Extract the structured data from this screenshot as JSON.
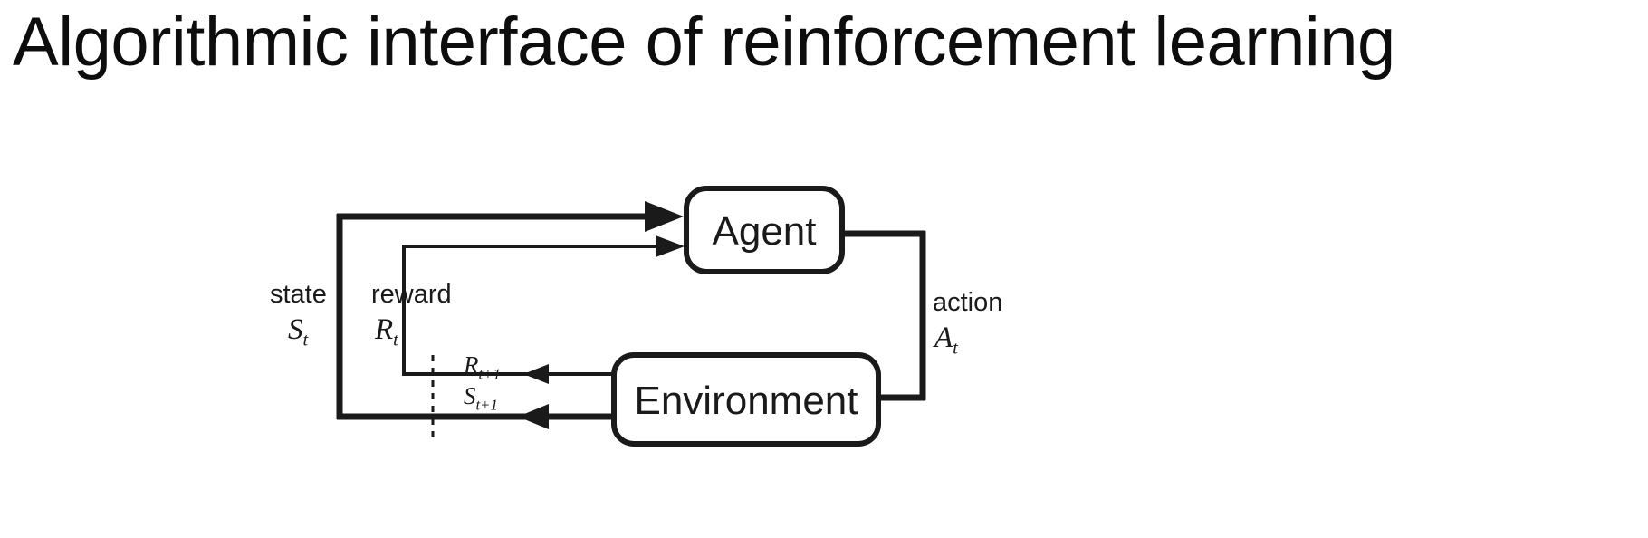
{
  "slide": {
    "title": "Algorithmic interface of reinforcement learning",
    "background_color": "#ffffff",
    "text_color": "#0d0d0d"
  },
  "diagram": {
    "type": "agent-environment-interaction-loop",
    "stroke_color": "#1a1a1a",
    "nodes": [
      {
        "id": "agent",
        "label": "Agent",
        "shape": "rounded-rectangle"
      },
      {
        "id": "environment",
        "label": "Environment",
        "shape": "rounded-rectangle"
      }
    ],
    "edge_labels": {
      "state": "state",
      "state_symbol": "S",
      "state_subscript": "t",
      "reward": "reward",
      "reward_symbol": "R",
      "reward_subscript": "t",
      "action": "action",
      "action_symbol": "A",
      "action_subscript": "t",
      "next_reward_symbol": "R",
      "next_reward_subscript": "t+1",
      "next_state_symbol": "S",
      "next_state_subscript": "t+1"
    },
    "edges": [
      {
        "from": "environment",
        "to": "agent",
        "label": "state S_t",
        "style": "solid-thick"
      },
      {
        "from": "environment",
        "to": "agent",
        "label": "reward R_t",
        "style": "solid-thin"
      },
      {
        "from": "agent",
        "to": "environment",
        "label": "action A_t",
        "style": "solid-thick"
      },
      {
        "from": "environment",
        "to": "time-boundary",
        "label": "R_t+1",
        "style": "solid-thin"
      },
      {
        "from": "environment",
        "to": "time-boundary",
        "label": "S_t+1",
        "style": "solid-thick"
      }
    ],
    "time_boundary": {
      "style": "dashed-vertical"
    }
  }
}
